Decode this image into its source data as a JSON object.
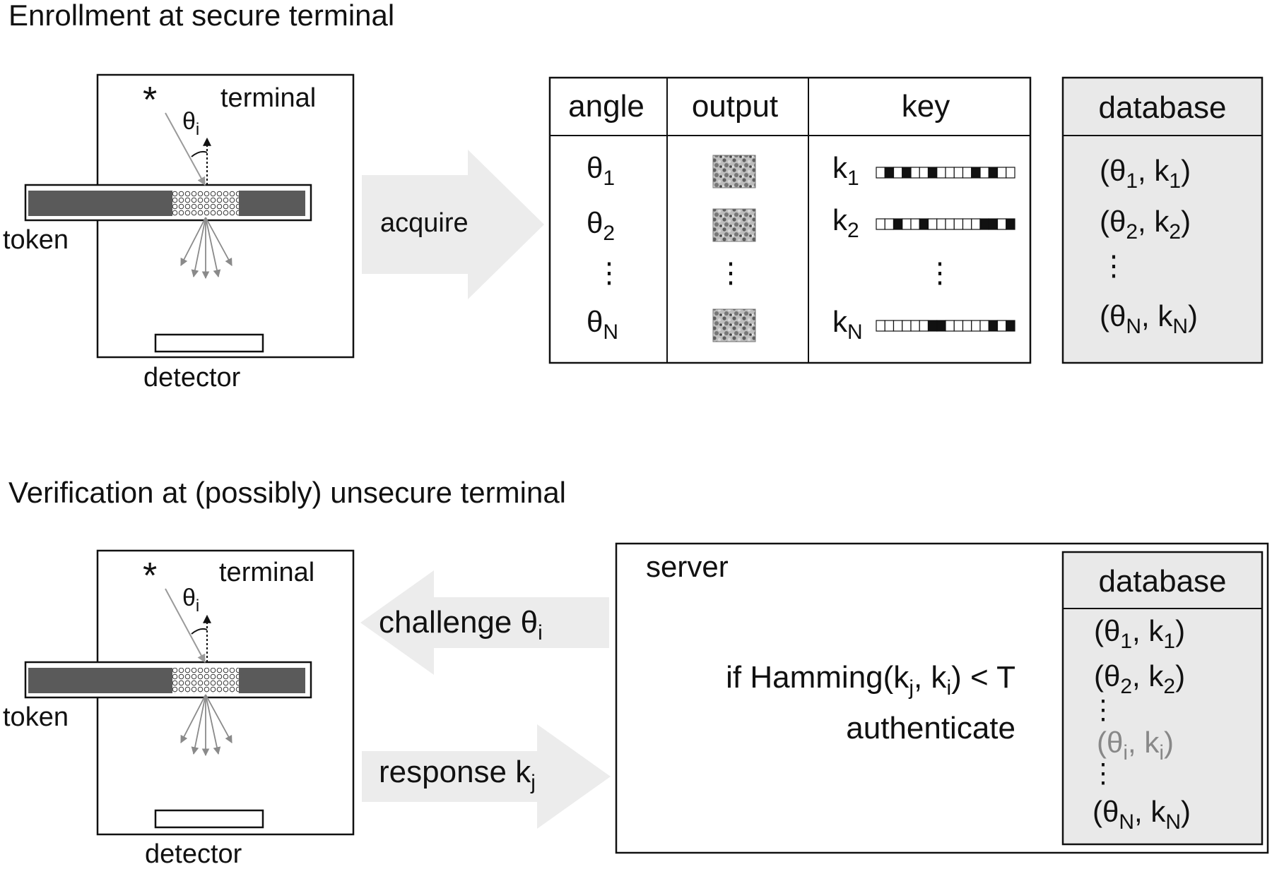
{
  "enrollment": {
    "title": "Enrollment at secure terminal",
    "terminal_label": "terminal",
    "token_label": "token",
    "detector_label": "detector",
    "angle_symbol": "θ",
    "angle_index": "i",
    "arrow_label": "acquire",
    "table": {
      "headers": [
        "angle",
        "output",
        "key"
      ],
      "rows": [
        {
          "angle": "θ",
          "angle_sub": "1",
          "key": "k",
          "key_sub": "1",
          "bits": [
            0,
            1,
            0,
            1,
            0,
            0,
            1,
            0,
            0,
            0,
            0,
            1,
            0,
            1,
            0,
            0
          ]
        },
        {
          "angle": "θ",
          "angle_sub": "2",
          "key": "k",
          "key_sub": "2",
          "bits": [
            0,
            0,
            1,
            0,
            0,
            1,
            0,
            0,
            0,
            0,
            0,
            0,
            1,
            1,
            0,
            1
          ]
        },
        {
          "angle": "θ",
          "angle_sub": "N",
          "key": "k",
          "key_sub": "N",
          "bits": [
            0,
            0,
            0,
            0,
            0,
            0,
            1,
            1,
            0,
            0,
            0,
            0,
            0,
            1,
            0,
            1
          ]
        }
      ],
      "ellipsis": "⋮"
    },
    "database": {
      "title": "database",
      "entries": [
        {
          "a": "1",
          "k": "1"
        },
        {
          "a": "2",
          "k": "2"
        },
        {
          "a": "N",
          "k": "N"
        }
      ],
      "ellipsis": "⋮"
    }
  },
  "verification": {
    "title": "Verification at (possibly) unsecure terminal",
    "terminal_label": "terminal",
    "token_label": "token",
    "detector_label": "detector",
    "angle_symbol": "θ",
    "angle_index": "i",
    "challenge_label": "challenge θ",
    "challenge_sub": "i",
    "response_label": "response k",
    "response_sub": "j",
    "server": {
      "label": "server",
      "rule_prefix": "if Hamming(k",
      "rule_sub1": "j",
      "rule_mid": ", k",
      "rule_sub2": "i",
      "rule_suffix": ") < T",
      "action": "authenticate"
    },
    "database": {
      "title": "database",
      "entries": [
        {
          "a": "1",
          "k": "1",
          "highlight": false
        },
        {
          "a": "2",
          "k": "2",
          "highlight": false
        },
        {
          "a": "i",
          "k": "i",
          "highlight": true
        },
        {
          "a": "N",
          "k": "N",
          "highlight": false
        }
      ],
      "ellipsis": "⋮"
    }
  },
  "colors": {
    "token_bar": "#5a5a5a",
    "arrow_fill": "#ececec",
    "database_fill": "#e9e9e9",
    "ray": "#8a8a8a",
    "highlight_text": "#888888"
  }
}
